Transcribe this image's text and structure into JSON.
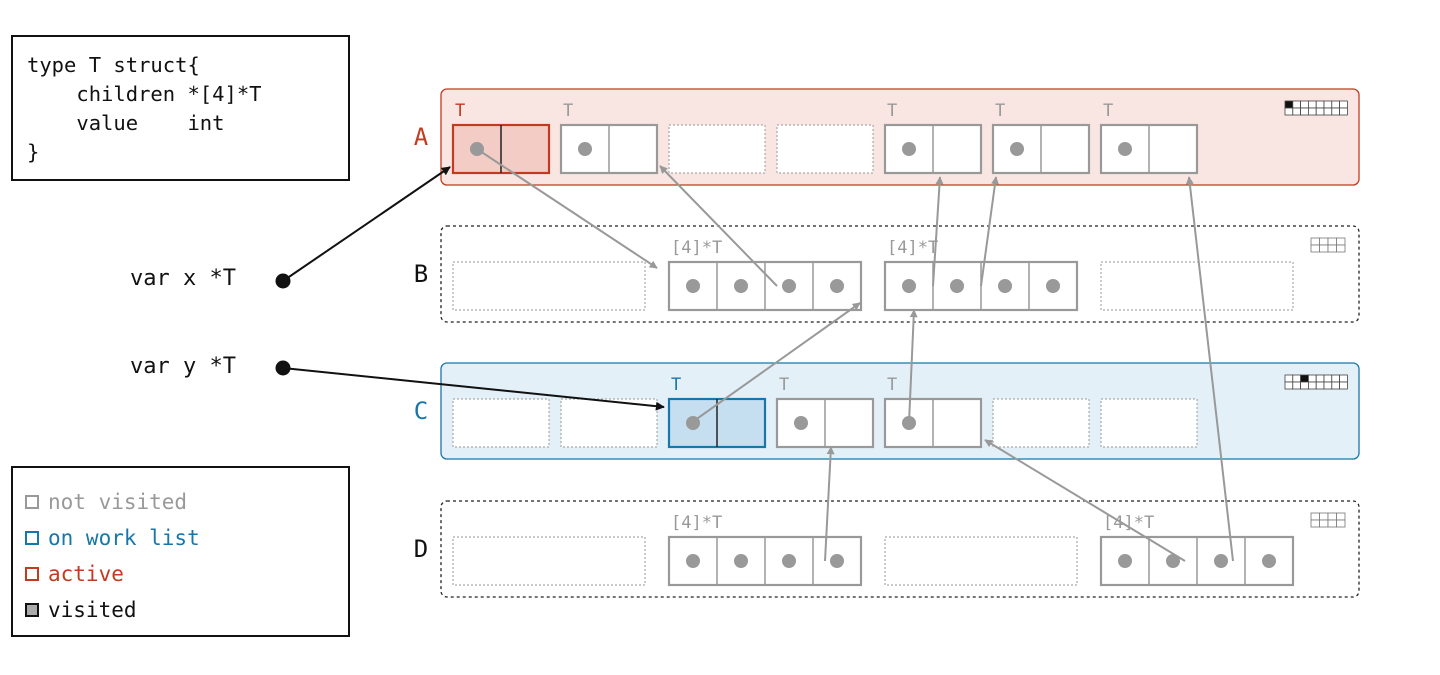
{
  "code": {
    "lines": [
      "type T struct{",
      "    children *[4]*T",
      "    value    int",
      "}"
    ]
  },
  "variables": {
    "x": "var x *T",
    "y": "var y *T"
  },
  "legend": {
    "items": [
      {
        "label": "not visited",
        "color": "#999999",
        "fill": "#ffffff"
      },
      {
        "label": "on work list",
        "color": "#1976a8",
        "fill": "#ffffff"
      },
      {
        "label": "active",
        "color": "#c23a1f",
        "fill": "#ffffff"
      },
      {
        "label": "visited",
        "color": "#111111",
        "fill": "#aaaaaa"
      }
    ]
  },
  "colors": {
    "active": "#c23a1f",
    "active_bg": "#f9e6e2",
    "active_cell": "#f3cdc5",
    "worklist": "#1976a8",
    "worklist_bg": "#e3f0f8",
    "worklist_cell": "#c6dff0",
    "gray": "#999999",
    "pointer": "#111111"
  },
  "spans": [
    {
      "label": "A",
      "state": "active",
      "bitmap": "black",
      "objects": [
        {
          "type": "T",
          "state": "active"
        },
        {
          "type": "T",
          "state": "not-visited"
        },
        {
          "type": "",
          "state": "empty"
        },
        {
          "type": "",
          "state": "empty"
        },
        {
          "type": "T",
          "state": "not-visited"
        },
        {
          "type": "T",
          "state": "not-visited"
        },
        {
          "type": "T",
          "state": "not-visited"
        }
      ]
    },
    {
      "label": "B",
      "state": "not-visited",
      "bitmap": "gray",
      "objects": [
        {
          "type": "",
          "state": "empty"
        },
        {
          "type": "[4]*T",
          "state": "not-visited"
        },
        {
          "type": "[4]*T",
          "state": "not-visited"
        },
        {
          "type": "",
          "state": "empty"
        }
      ]
    },
    {
      "label": "C",
      "state": "worklist",
      "bitmap": "black",
      "objects": [
        {
          "type": "",
          "state": "empty"
        },
        {
          "type": "",
          "state": "empty"
        },
        {
          "type": "T",
          "state": "worklist"
        },
        {
          "type": "T",
          "state": "not-visited"
        },
        {
          "type": "T",
          "state": "not-visited"
        },
        {
          "type": "",
          "state": "empty"
        },
        {
          "type": "",
          "state": "empty"
        }
      ]
    },
    {
      "label": "D",
      "state": "not-visited",
      "bitmap": "gray",
      "objects": [
        {
          "type": "",
          "state": "empty"
        },
        {
          "type": "[4]*T",
          "state": "not-visited"
        },
        {
          "type": "",
          "state": "empty"
        },
        {
          "type": "[4]*T",
          "state": "not-visited"
        }
      ]
    }
  ]
}
